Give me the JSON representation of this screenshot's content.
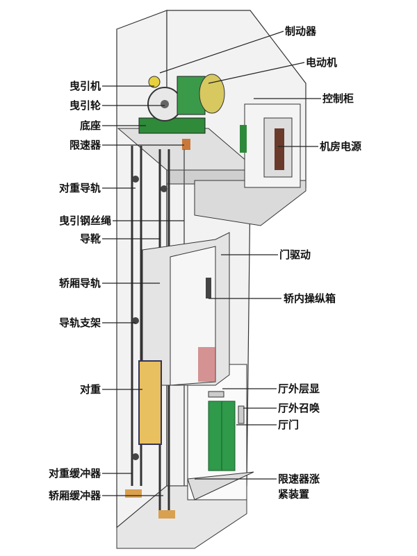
{
  "labels_left": [
    "曳引机",
    "曳引轮",
    "底座",
    "限速器",
    "对重导轨",
    "曳引钢丝绳",
    "导靴",
    "轿厢导轨",
    "导轨支架",
    "对重",
    "对重缓冲器",
    "轿厢缓冲器"
  ],
  "labels_right": [
    "制动器",
    "电动机",
    "控制柜",
    "机房电源",
    "门驱动",
    "轿内操纵箱",
    "厅外层显",
    "厅外召唤",
    "厅门",
    "限速器涨",
    "紧装置"
  ],
  "colors": {
    "door": "#2e9a4a",
    "counterweight": "#e8c060",
    "machine": "#2f8a3a",
    "buffer": "#d9a050"
  }
}
